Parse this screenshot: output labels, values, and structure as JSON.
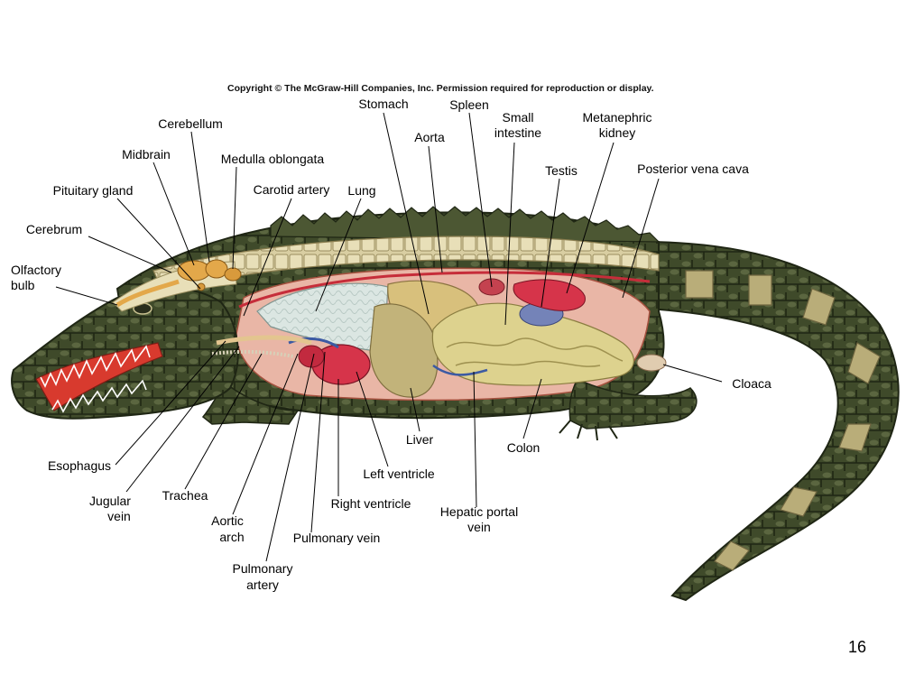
{
  "copyright": "Copyright © The McGraw-Hill Companies, Inc. Permission required for reproduction or display.",
  "slide_number": "16",
  "colors": {
    "skin_dark": "#3f4a2a",
    "skin_band": "#b9ad79",
    "mouth": "#d83a2e",
    "lung": "#dbe6e2",
    "liver": "#c2b37a",
    "intestine": "#ddd28e",
    "heart": "#d6344a",
    "testis": "#7483b8",
    "brain": "#e3a84a",
    "vertebrae": "#d9cea2"
  },
  "labels": {
    "stomach": "Stomach",
    "spleen": "Spleen",
    "small_intestine_1": "Small",
    "small_intestine_2": "intestine",
    "metanephric_kidney_1": "Metanephric",
    "metanephric_kidney_2": "kidney",
    "cerebellum": "Cerebellum",
    "aorta": "Aorta",
    "midbrain": "Midbrain",
    "medulla_oblongata": "Medulla oblongata",
    "testis": "Testis",
    "posterior_vena_cava": "Posterior vena cava",
    "pituitary_gland": "Pituitary gland",
    "carotid_artery": "Carotid artery",
    "lung": "Lung",
    "cerebrum": "Cerebrum",
    "olfactory_bulb_1": "Olfactory",
    "olfactory_bulb_2": "bulb",
    "cloaca": "Cloaca",
    "liver": "Liver",
    "colon": "Colon",
    "esophagus": "Esophagus",
    "left_ventricle": "Left ventricle",
    "jugular_vein_1": "Jugular",
    "jugular_vein_2": "vein",
    "trachea": "Trachea",
    "right_ventricle": "Right ventricle",
    "hepatic_portal_vein_1": "Hepatic portal",
    "hepatic_portal_vein_2": "vein",
    "aortic_arch_1": "Aortic",
    "aortic_arch_2": "arch",
    "pulmonary_vein": "Pulmonary vein",
    "pulmonary_artery_1": "Pulmonary",
    "pulmonary_artery_2": "artery"
  }
}
